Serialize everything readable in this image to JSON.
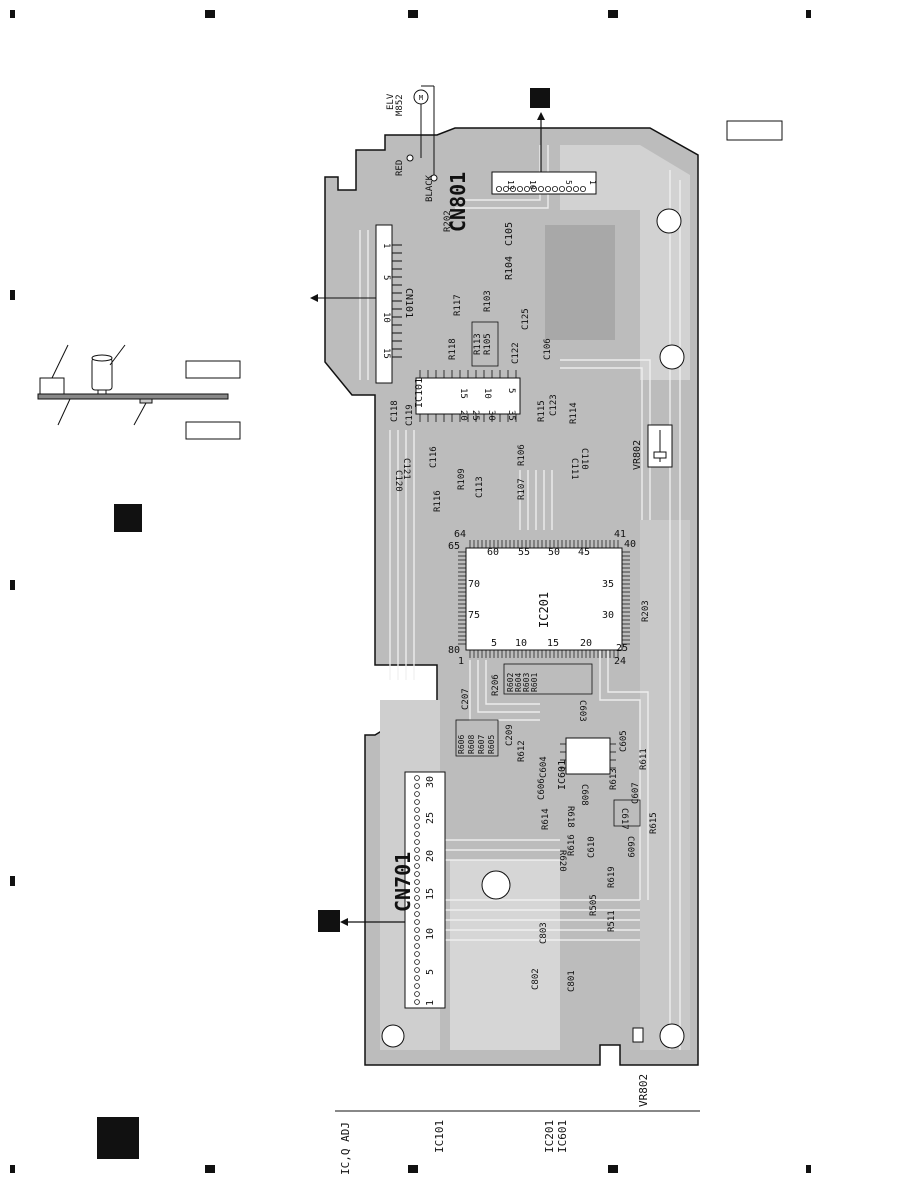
{
  "board": {
    "connectors": {
      "cn801": "CN801",
      "cn701": "CN701",
      "cn101": "CN101",
      "cn801_pins": [
        "13",
        "10",
        "5",
        "1"
      ],
      "cn101_pins": [
        "1",
        "5",
        "10",
        "15"
      ],
      "cn701_pins": [
        "1",
        "5",
        "10",
        "15",
        "20",
        "25",
        "30"
      ]
    },
    "motor": {
      "line1": "ELV",
      "line2": "M852",
      "wire_red": "RED",
      "wire_black": "BLACK"
    },
    "ics": {
      "ic201": "IC201",
      "ic101": "IC101",
      "ic601": "IC601"
    },
    "ic201_pins": [
      "64",
      "60",
      "55",
      "50",
      "45",
      "41",
      "65",
      "70",
      "75",
      "80",
      "40",
      "35",
      "30",
      "25",
      "1",
      "5",
      "10",
      "15",
      "20",
      "24"
    ],
    "ic101_pins": [
      "15",
      "10",
      "5",
      "20",
      "25",
      "30",
      "35"
    ],
    "vr802": "VR802",
    "components": [
      "R202",
      "R104",
      "C105",
      "R103",
      "C125",
      "R117",
      "R113",
      "R105",
      "C122",
      "R118",
      "C106",
      "R115",
      "C123",
      "R114",
      "C118",
      "C119",
      "C121",
      "C116",
      "C120",
      "C110",
      "C111",
      "R106",
      "R107",
      "C113",
      "R109",
      "R116",
      "R203",
      "R206",
      "C207",
      "R602",
      "R604",
      "R603",
      "R601",
      "C603",
      "C209",
      "R605",
      "R606",
      "R607",
      "R608",
      "C605",
      "R611",
      "R612",
      "C604",
      "R613",
      "C606",
      "C607",
      "R614",
      "C608",
      "R618",
      "C617",
      "R615",
      "R616",
      "C610",
      "C609",
      "R620",
      "R619",
      "R505",
      "R511",
      "C803",
      "C802",
      "C801"
    ]
  },
  "ic_adjust_table": {
    "header": "IC,Q ADJ",
    "rows": [
      "IC101",
      "IC201",
      "IC601"
    ],
    "adj": "VR802"
  }
}
